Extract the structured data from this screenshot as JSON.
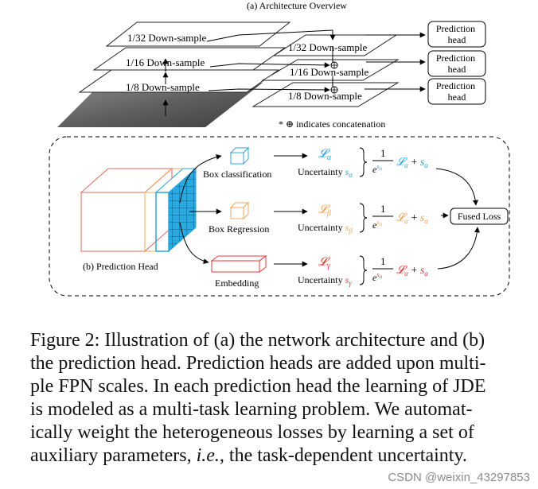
{
  "part_a": {
    "title": "(a)  Architecture Overview",
    "left_stack": [
      "1/32 Down-sample",
      "1/16 Down-sample",
      "1/8 Down-sample"
    ],
    "right_stack": [
      "1/32 Down-sample",
      "1/16 Down-sample",
      "1/8 Down-sample"
    ],
    "prediction_heads": [
      "Prediction\nhead",
      "Prediction\nhead",
      "Prediction\nhead"
    ],
    "note_prefix": "*",
    "note_symbol": "⊕",
    "note_text": "indicates concatenation"
  },
  "part_b": {
    "title": "(b)  Prediction Head",
    "branches": [
      {
        "label": "Box classification",
        "loss": "𝓛",
        "loss_sub": "α",
        "unc": "Uncertainty",
        "unc_var": "s",
        "unc_sub": "α",
        "color": "#29a9df"
      },
      {
        "label": "Box Regression",
        "loss": "𝓛",
        "loss_sub": "β",
        "unc": "Uncertainty",
        "unc_var": "s",
        "unc_sub": "β",
        "color": "#f4a55a"
      },
      {
        "label": "Embedding",
        "loss": "𝓛",
        "loss_sub": "γ",
        "unc": "Uncertainty",
        "unc_var": "s",
        "unc_sub": "γ",
        "color": "#e23b3b"
      }
    ],
    "fused_loss": "Fused Loss",
    "formula": {
      "num": "1",
      "den": "e",
      "den_sup": "s",
      "den_sup_sub": "α",
      "term": "𝓛",
      "term_sub": "α",
      "plus": "+",
      "s": "s",
      "s_sub": "α"
    }
  },
  "caption": {
    "line1": "Figure 2: Illustration of (a) the network architecture and (b)",
    "line2": "the prediction head. Prediction heads are added upon multi-",
    "line3": "ple FPN scales. In each prediction head the learning of JDE",
    "line4": "is modeled as a multi-task learning problem. We automat-",
    "line5": "ically weight the heterogeneous losses by learning a set of",
    "line6_pre": "auxiliary parameters, ",
    "line6_ie": "i.e.",
    "line6_post": ", the task-dependent uncertainty."
  },
  "watermark": "CSDN @weixin_43297853",
  "colors": {
    "blue": "#29a9df",
    "orange": "#f4a55a",
    "red": "#e23b3b"
  }
}
